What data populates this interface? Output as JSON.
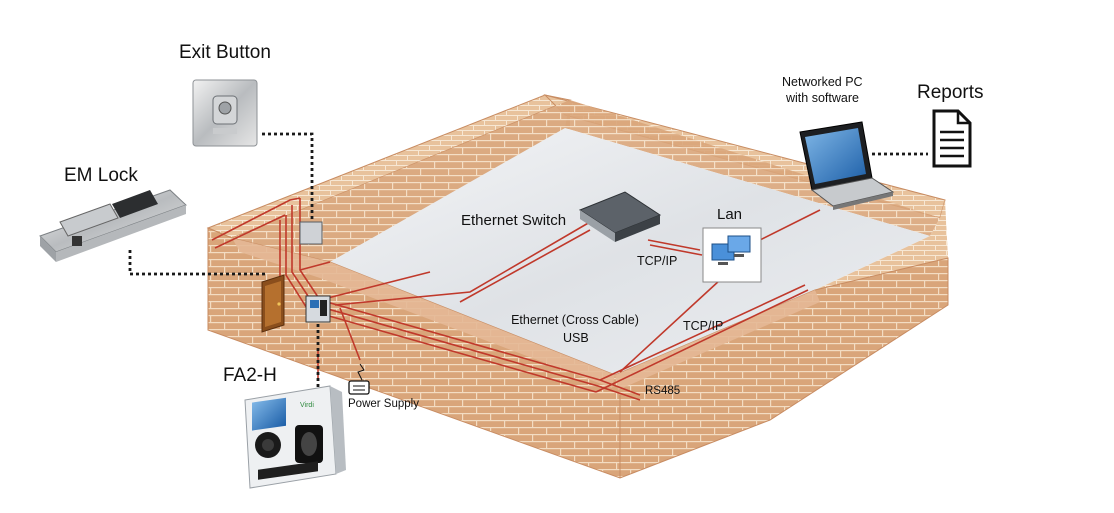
{
  "labels": {
    "exit_button": "Exit Button",
    "em_lock": "EM Lock",
    "networked_pc_line1": "Networked PC",
    "networked_pc_line2": "with software",
    "reports": "Reports",
    "ethernet_switch": "Ethernet Switch",
    "lan": "Lan",
    "tcpip_upper": "TCP/IP",
    "tcpip_lower": "TCP/IP",
    "ethernet_cross_cable": "Ethernet (Cross Cable)",
    "usb": "USB",
    "rs485": "RS485",
    "fa2h": "FA2-H",
    "power_supply": "Power Supply"
  },
  "device_branding": {
    "fa2h_logo": "Virdi"
  },
  "colors": {
    "brick": "#d9a57a",
    "brick_light": "#e8c29c",
    "brick_mortar": "#f3dcc2",
    "floor": "#e4e6ea",
    "cable": "#c0392b",
    "connector": "#1a1a1a"
  }
}
